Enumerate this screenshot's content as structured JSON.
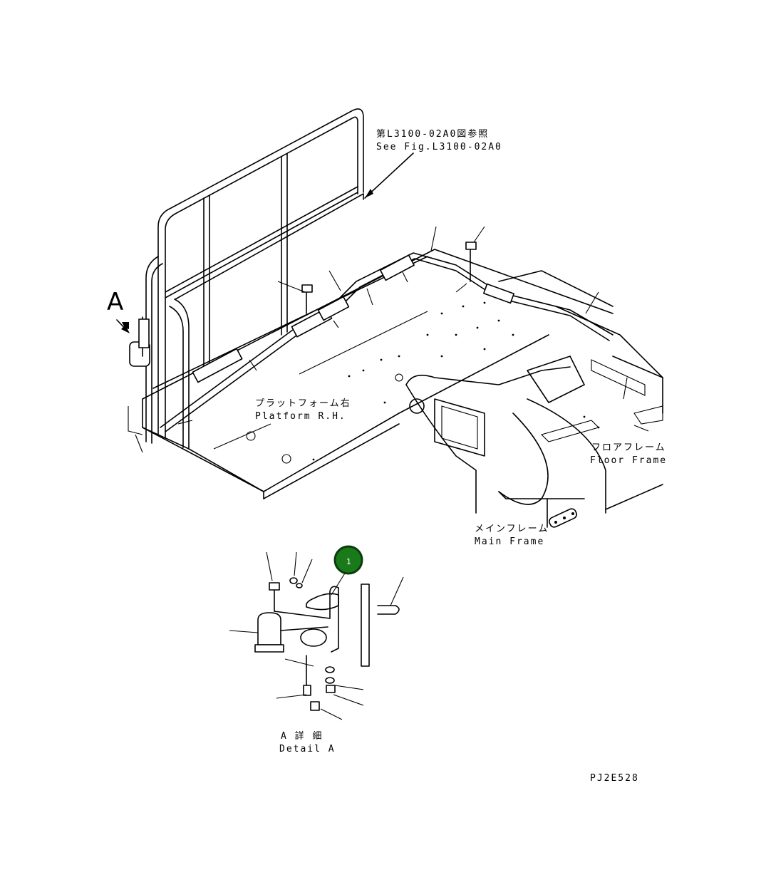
{
  "labels": {
    "ref_jp": "第L3100-02A0図参照",
    "ref_en": "See Fig.L3100-02A0",
    "view_a": "A",
    "platform_jp": "プラットフォーム右",
    "platform_en": "Platform R.H.",
    "floor_jp": "フロアフレーム",
    "floor_en": "Floor Frame",
    "main_jp": "メインフレーム",
    "main_en": "Main Frame",
    "detail_jp": "A 詳 細",
    "detail_en": "Detail A",
    "drawing_code": "PJ2E528"
  },
  "callouts": [
    {
      "number": "1",
      "color": "#1a7a1a"
    }
  ],
  "colors": {
    "line": "#000000",
    "callout_fill": "#1a7a1a",
    "background": "#ffffff"
  }
}
